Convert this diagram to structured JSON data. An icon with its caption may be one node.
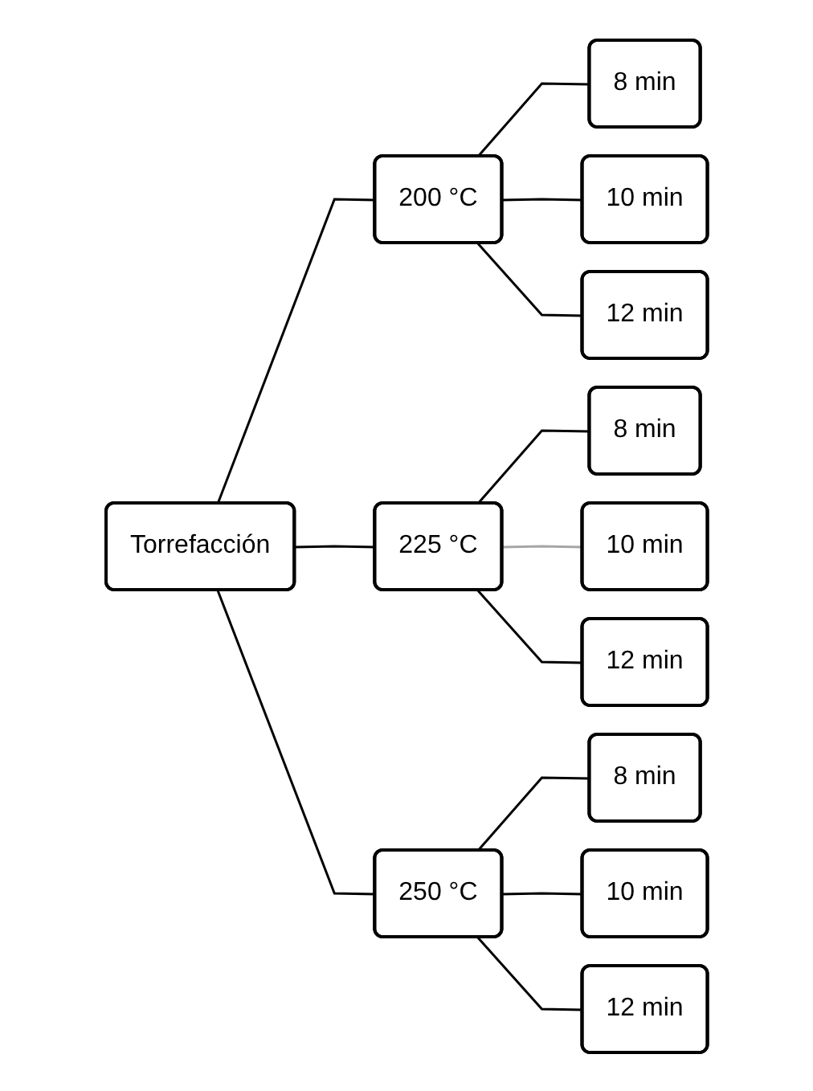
{
  "diagram": {
    "nodes": [
      {
        "text": [
          "Torrefacción"
        ]
      },
      {
        "text": [
          "200 °C"
        ]
      },
      {
        "text": [
          "8 min"
        ]
      },
      {
        "text": [
          "10 min"
        ]
      },
      {
        "text": [
          "12 min"
        ]
      },
      {
        "text": [
          "225 °C"
        ]
      },
      {
        "text": [
          "8 min"
        ]
      },
      {
        "text": [
          "10 min"
        ]
      },
      {
        "text": [
          "12 min"
        ]
      },
      {
        "text": [
          "250 °C"
        ]
      },
      {
        "text": [
          "8 min"
        ]
      },
      {
        "text": [
          "10 min"
        ]
      },
      {
        "text": [
          "12 min"
        ]
      }
    ],
    "edges": [
      {
        "from": 0,
        "to": 1,
        "arrow": "none"
      },
      {
        "from": 0,
        "to": 5,
        "arrow": "none"
      },
      {
        "from": 0,
        "to": 9,
        "arrow": "none"
      },
      {
        "from": 1,
        "to": 2,
        "arrow": "none"
      },
      {
        "from": 1,
        "to": 3,
        "arrow": "none"
      },
      {
        "from": 1,
        "to": 4,
        "arrow": "none"
      },
      {
        "from": 5,
        "to": 6,
        "arrow": "none"
      },
      {
        "from": 5,
        "to": 7,
        "arrow": "none",
        "color": "#a6a6a6"
      },
      {
        "from": 5,
        "to": 8,
        "arrow": "none"
      },
      {
        "from": 9,
        "to": 10,
        "arrow": "none"
      },
      {
        "from": 9,
        "to": 11,
        "arrow": "none"
      },
      {
        "from": 9,
        "to": 12,
        "arrow": "none"
      }
    ]
  }
}
